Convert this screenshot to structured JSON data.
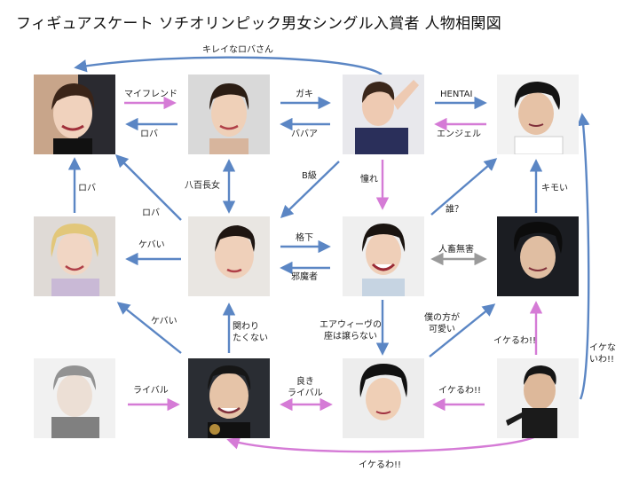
{
  "title": "フィギュアスケート ソチオリンピック男女シングル入賞者 人物相関図",
  "colors": {
    "blue": "#5b86c4",
    "pink": "#d57bd6",
    "gray": "#9a9a9a"
  },
  "people": [
    {
      "id": "p1",
      "icon": "woman-dark-hair-portrait"
    },
    {
      "id": "p2",
      "icon": "woman-dark-hair-portrait"
    },
    {
      "id": "p3",
      "icon": "woman-skating-portrait"
    },
    {
      "id": "p4",
      "icon": "man-black-hair-portrait"
    },
    {
      "id": "p5",
      "icon": "woman-blonde-portrait"
    },
    {
      "id": "p6",
      "icon": "woman-portrait"
    },
    {
      "id": "p7",
      "icon": "woman-smiling-portrait"
    },
    {
      "id": "p8",
      "icon": "man-curly-hair-portrait"
    },
    {
      "id": "p9",
      "icon": "man-portrait-faded"
    },
    {
      "id": "p10",
      "icon": "man-short-hair-portrait"
    },
    {
      "id": "p11",
      "icon": "man-young-portrait"
    },
    {
      "id": "p12",
      "icon": "man-skating-portrait"
    }
  ],
  "relations": {
    "r1": "キレイなロバさん",
    "r2": "マイフレンド",
    "r3": "ロバ",
    "r4": "ガキ",
    "r5": "ババア",
    "r6": "HENTAI",
    "r7": "エンジェル",
    "r8": "八百長女",
    "r9": "B級",
    "r10": "憧れ",
    "r11": "ロバ",
    "r12": "ロバ",
    "r13": "誰？",
    "r14": "キモい",
    "r15": "ケバい",
    "r16": "格下",
    "r17": "邪魔者",
    "r18": "人畜無害",
    "r19": "ケバい",
    "r20": "関わり\nたくない",
    "r21": "エアウィーヴの\n座は譲らない",
    "r22": "僕の方が\n可愛い",
    "r23": "イケるわ!!",
    "r24": "イケな\nいわ!!",
    "r25": "ライバル",
    "r26": "良き\nライバル",
    "r27": "イケるわ!!",
    "r28": "イケるわ!!"
  }
}
